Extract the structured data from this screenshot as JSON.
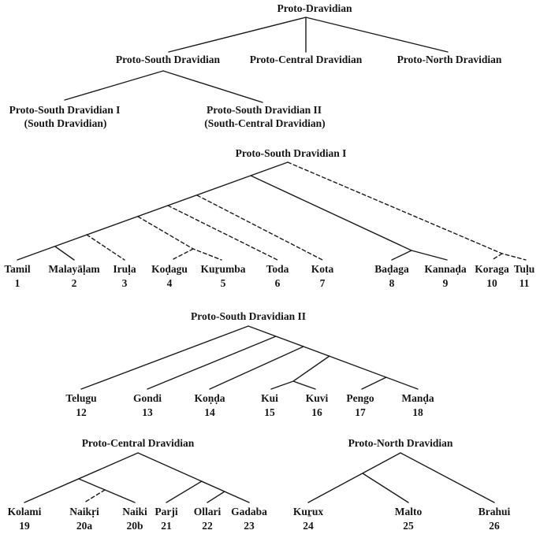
{
  "diagram": {
    "title_root": "Proto-Dravidian",
    "branches": {
      "south": "Proto-South Dravidian",
      "central": "Proto-Central Dravidian",
      "north": "Proto-North Dravidian"
    },
    "south_subgroups": [
      {
        "label": "Proto-South Dravidian I",
        "alias": "(South Dravidian)"
      },
      {
        "label": "Proto-South Dravidian II",
        "alias": "(South-Central Dravidian)"
      }
    ],
    "psd1": {
      "title": "Proto-South Dravidian I",
      "leaves": [
        {
          "name": "Tamil",
          "num": "1"
        },
        {
          "name": "Malayāḷam",
          "num": "2"
        },
        {
          "name": "Iruḷa",
          "num": "3"
        },
        {
          "name": "Koḍagu",
          "num": "4"
        },
        {
          "name": "Kuṟumba",
          "num": "5"
        },
        {
          "name": "Toda",
          "num": "6"
        },
        {
          "name": "Kota",
          "num": "7"
        },
        {
          "name": "Baḍaga",
          "num": "8"
        },
        {
          "name": "Kannaḍa",
          "num": "9"
        },
        {
          "name": "Koraga",
          "num": "10"
        },
        {
          "name": "Tuḷu",
          "num": "11"
        }
      ]
    },
    "psd2": {
      "title": "Proto-South Dravidian II",
      "leaves": [
        {
          "name": "Telugu",
          "num": "12"
        },
        {
          "name": "Gondi",
          "num": "13"
        },
        {
          "name": "Koṇḍa",
          "num": "14"
        },
        {
          "name": "Kui",
          "num": "15"
        },
        {
          "name": "Kuvi",
          "num": "16"
        },
        {
          "name": "Pengo",
          "num": "17"
        },
        {
          "name": "Manḍa",
          "num": "18"
        }
      ]
    },
    "pcd": {
      "title": "Proto-Central Dravidian",
      "leaves": [
        {
          "name": "Kolami",
          "num": "19"
        },
        {
          "name": "Naikṛi",
          "num": "20a"
        },
        {
          "name": "Naiki",
          "num": "20b"
        },
        {
          "name": "Parji",
          "num": "21"
        },
        {
          "name": "Ollari",
          "num": "22"
        },
        {
          "name": "Gadaba",
          "num": "23"
        }
      ]
    },
    "pnd": {
      "title": "Proto-North Dravidian",
      "leaves": [
        {
          "name": "Kuṟux",
          "num": "24"
        },
        {
          "name": "Malto",
          "num": "25"
        },
        {
          "name": "Brahui",
          "num": "26"
        }
      ]
    },
    "colors": {
      "ink": "#1b1b1b",
      "background": "#ffffff"
    },
    "line_styles": {
      "solid": "attested subgrouping",
      "dashed": "dashed branch"
    }
  }
}
